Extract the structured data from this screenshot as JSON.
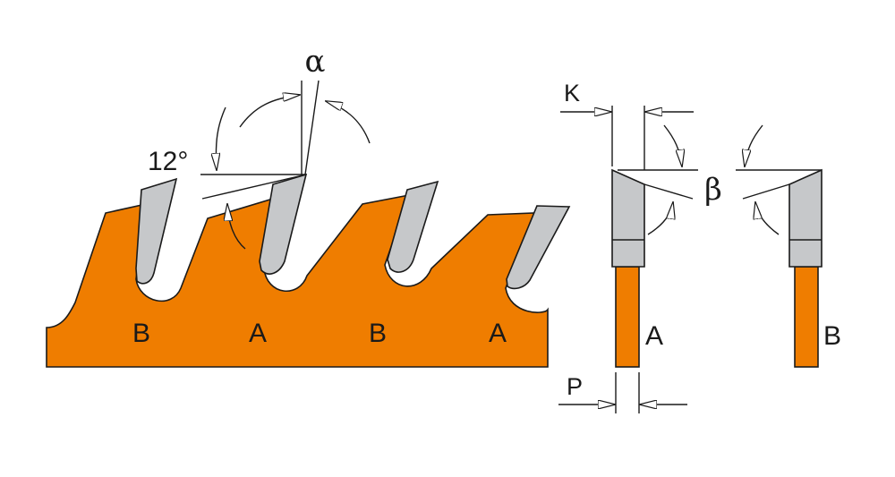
{
  "labels": {
    "tooth_types": [
      "B",
      "A",
      "B",
      "A"
    ],
    "hook_angle_alpha": "α",
    "clearance_angle": "12°",
    "bevel_angle_beta": "β",
    "kerf_k": "K",
    "plate_p": "P",
    "profile_a": "A",
    "profile_b": "B"
  },
  "colors": {
    "blade_body": "#ef7d00",
    "carbide_tip": "#c6c8ca",
    "line": "#1a1a1a"
  }
}
